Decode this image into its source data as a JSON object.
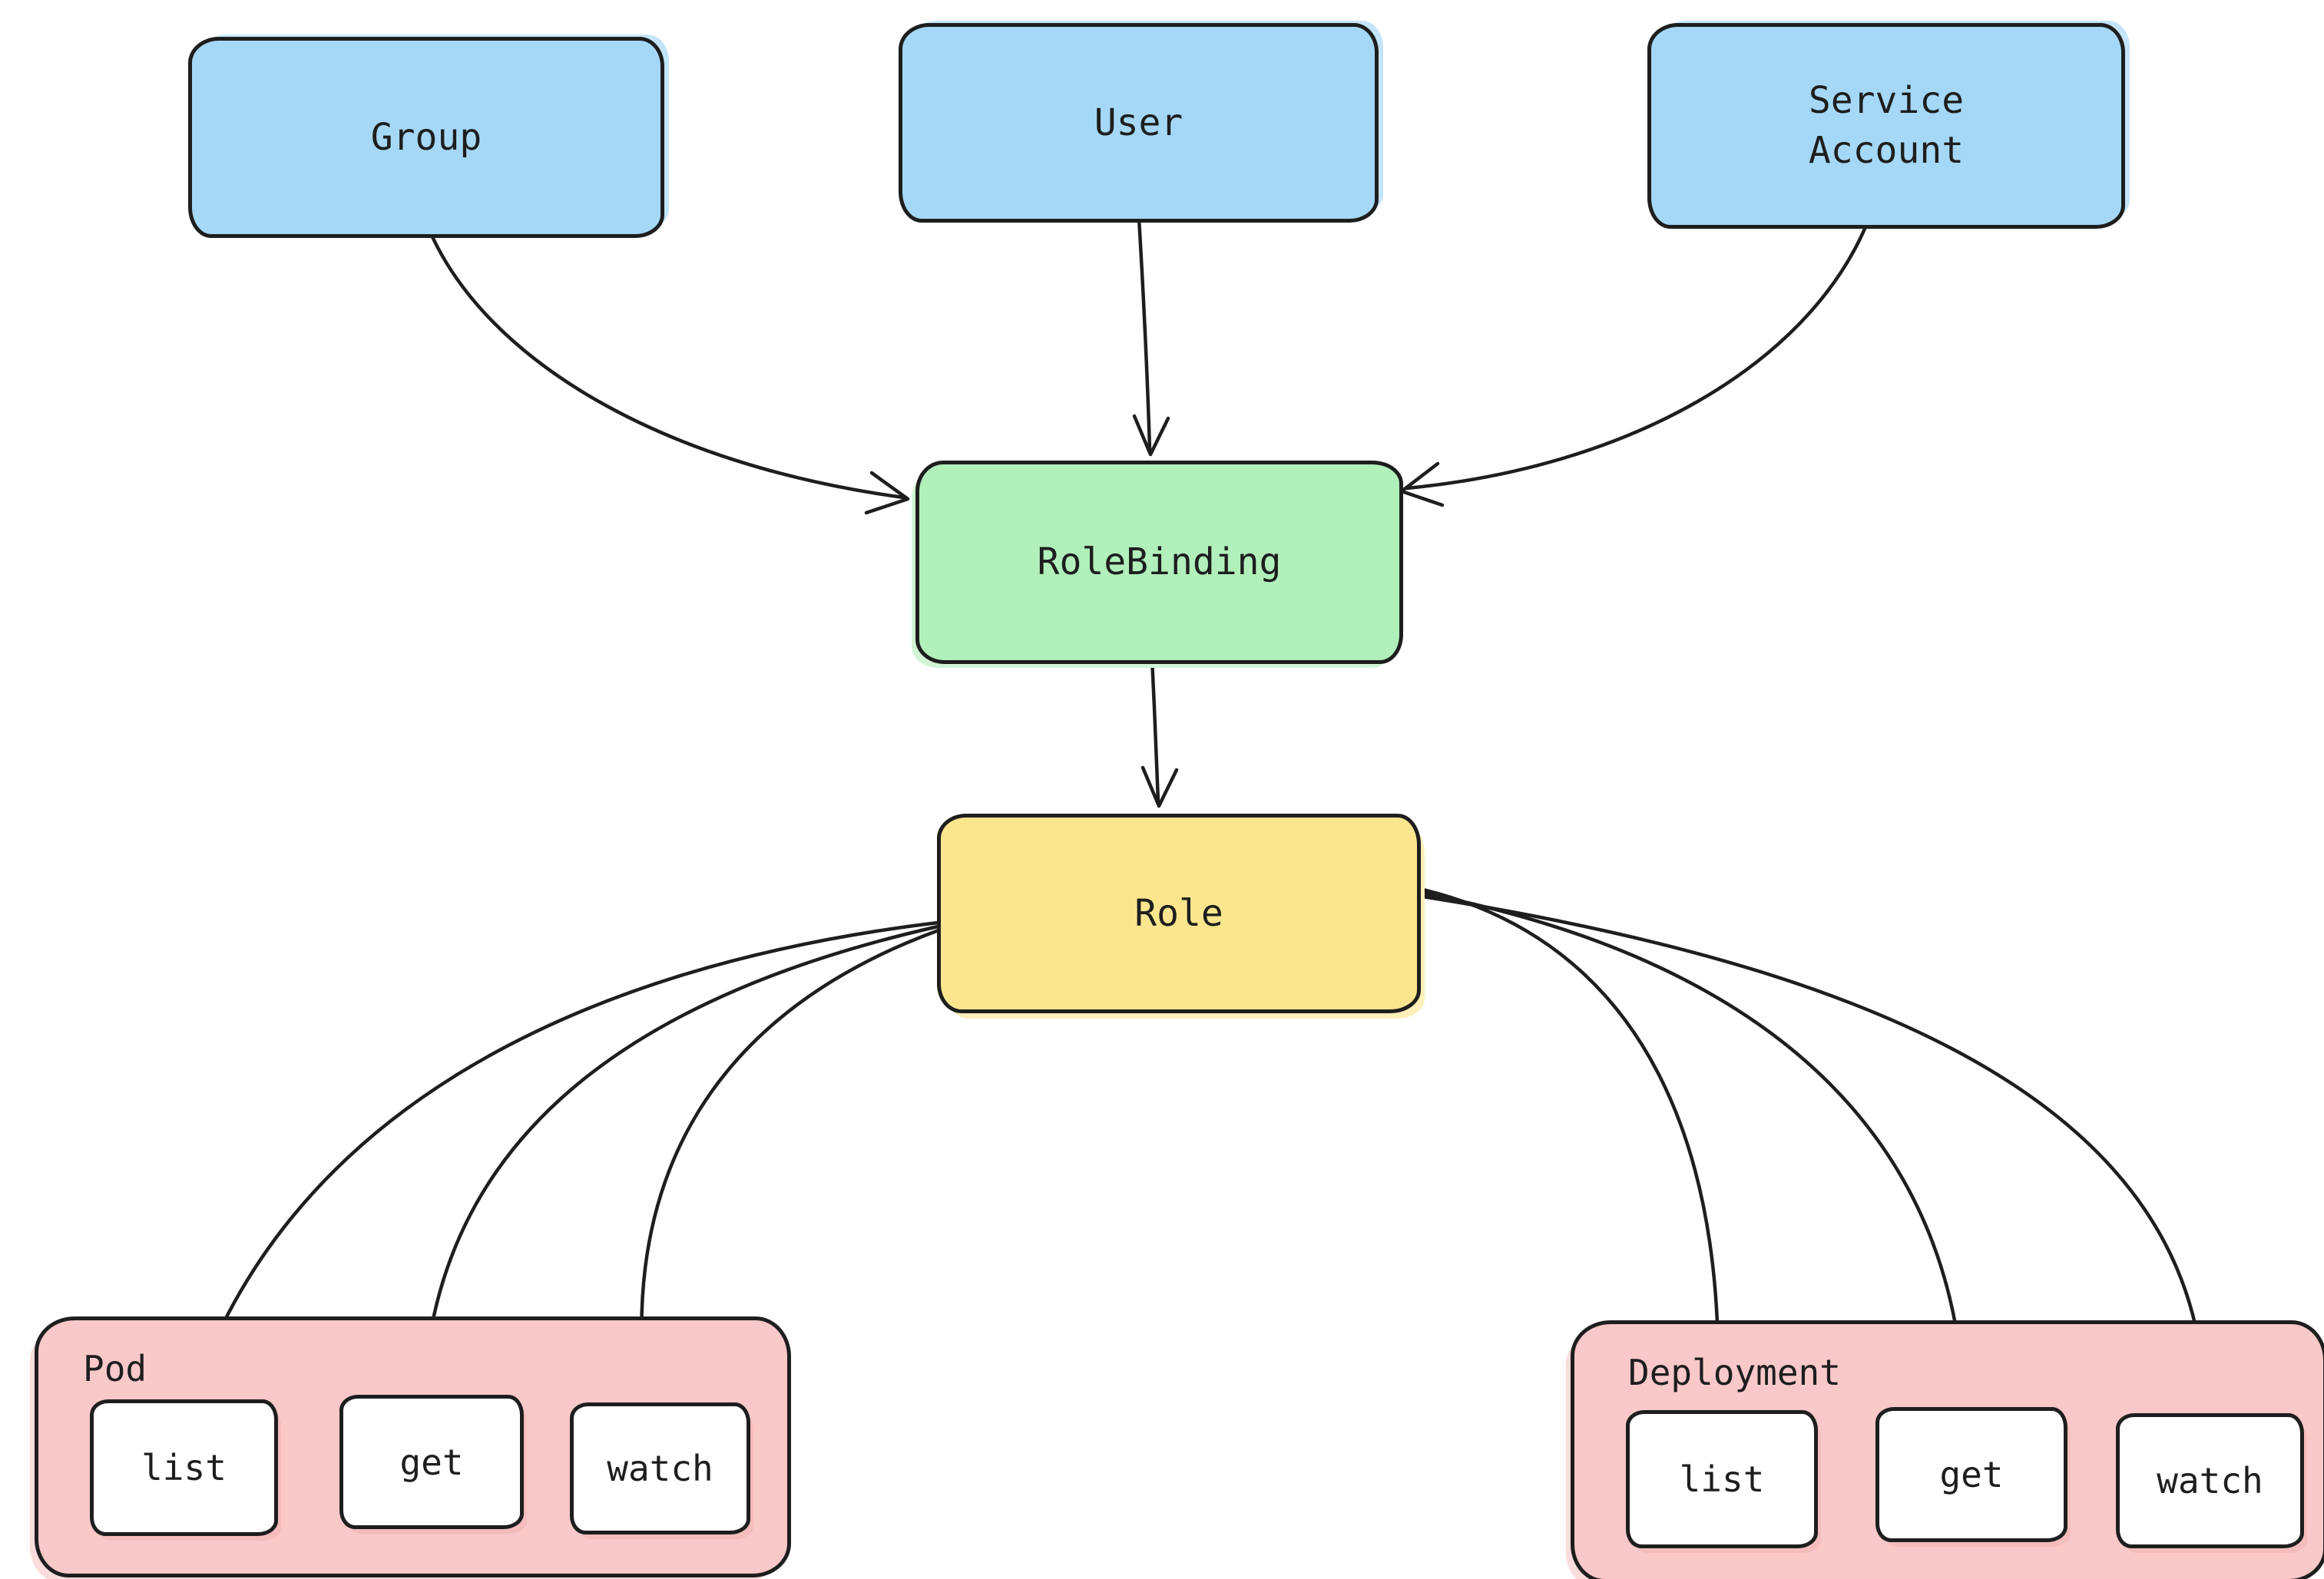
{
  "colors": {
    "stroke": "#1e1e1e",
    "subject": "#a5d8f7",
    "binding": "#b1f0bb",
    "role": "#fbe68e",
    "resource": "#f9c8c8"
  },
  "nodes": {
    "group": "Group",
    "user": "User",
    "service_account": "Service\nAccount",
    "role_binding": "RoleBinding",
    "role": "Role",
    "pod": "Pod",
    "deployment": "Deployment"
  },
  "verbs": {
    "pod": [
      "list",
      "get",
      "watch"
    ],
    "deployment": [
      "list",
      "get",
      "watch"
    ]
  },
  "edges": [
    {
      "from": "Group",
      "to": "RoleBinding"
    },
    {
      "from": "User",
      "to": "RoleBinding"
    },
    {
      "from": "Service Account",
      "to": "RoleBinding"
    },
    {
      "from": "RoleBinding",
      "to": "Role"
    },
    {
      "from": "Role",
      "to": "Pod.list"
    },
    {
      "from": "Role",
      "to": "Pod.get"
    },
    {
      "from": "Role",
      "to": "Pod.watch"
    },
    {
      "from": "Role",
      "to": "Deployment.list"
    },
    {
      "from": "Role",
      "to": "Deployment.get"
    },
    {
      "from": "Role",
      "to": "Deployment.watch"
    }
  ]
}
